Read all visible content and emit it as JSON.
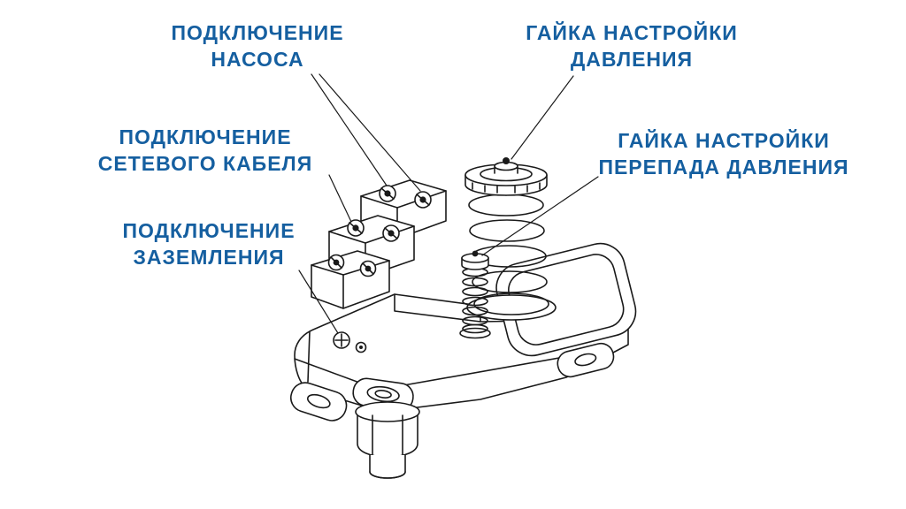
{
  "colors": {
    "label_text": "#155fa0",
    "line_art": "#1a1a1a",
    "background": "#ffffff"
  },
  "labels": {
    "pump": {
      "lines": [
        "ПОДКЛЮЧЕНИЕ",
        "НАСОСА"
      ]
    },
    "pressure_nut": {
      "lines": [
        "ГАЙКА НАСТРОЙКИ",
        "ДАВЛЕНИЯ"
      ]
    },
    "power_cable": {
      "lines": [
        "ПОДКЛЮЧЕНИЕ",
        "СЕТЕВОГО КАБЕЛЯ"
      ]
    },
    "diff_nut": {
      "lines": [
        "ГАЙКА НАСТРОЙКИ",
        "ПЕРЕПАДА ДАВЛЕНИЯ"
      ]
    },
    "ground": {
      "lines": [
        "ПОДКЛЮЧЕНИЕ",
        "ЗАЗЕМЛЕНИЯ"
      ]
    }
  }
}
